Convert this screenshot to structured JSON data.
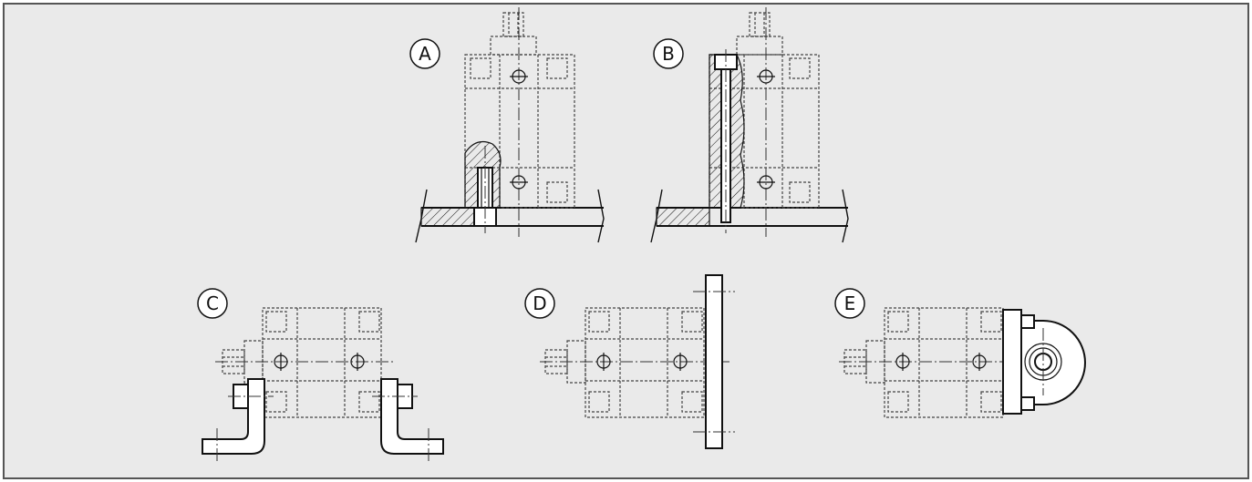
{
  "figure": {
    "views": [
      {
        "id": "A",
        "label": "A"
      },
      {
        "id": "B",
        "label": "B"
      },
      {
        "id": "C",
        "label": "C"
      },
      {
        "id": "D",
        "label": "D"
      },
      {
        "id": "E",
        "label": "E"
      }
    ],
    "colors": {
      "panel_background": "#eaeaea",
      "panel_border": "#555555",
      "line": "#111111"
    }
  }
}
